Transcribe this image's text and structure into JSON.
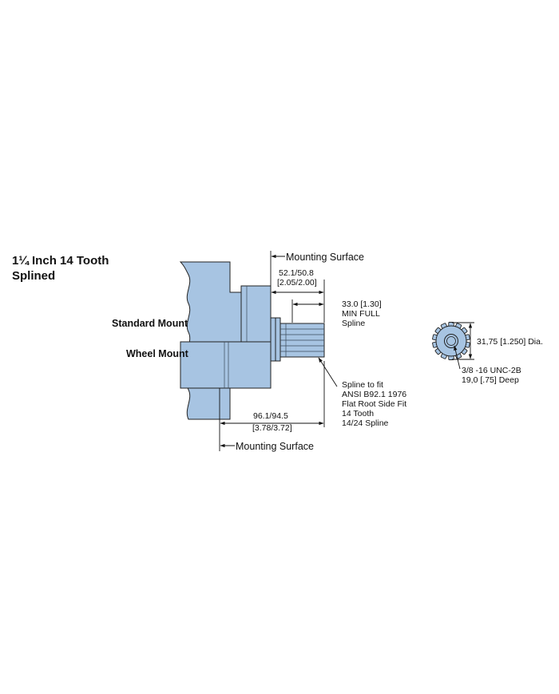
{
  "title": {
    "line1": "1¼ Inch 14 Tooth",
    "line2": "Splined"
  },
  "labels": {
    "standard_mount": "Standard Mount",
    "wheel_mount": "Wheel Mount",
    "mounting_surface_top": "Mounting Surface",
    "mounting_surface_bottom": "Mounting Surface"
  },
  "dimensions": {
    "top_length": {
      "line1": "52.1/50.8",
      "line2": "[2.05/2.00]"
    },
    "spline_length": {
      "line1": "33.0 [1.30]",
      "line2": "MIN FULL",
      "line3": "Spline"
    },
    "bottom_length": {
      "line1": "96.1/94.5",
      "line2": "[3.78/3.72]"
    },
    "spline_note": {
      "line1": "Spline to fit",
      "line2": "ANSI B92.1 1976",
      "line3": "Flat Root Side Fit",
      "line4": "14 Tooth",
      "line5": "14/24 Spline"
    },
    "diameter": "31,75 [1.250] Dia.",
    "thread": {
      "line1": "3/8 -16 UNC-2B",
      "line2": "19,0 [.75] Deep"
    }
  },
  "colors": {
    "body": "#a7c4e2",
    "outline": "#222222"
  }
}
